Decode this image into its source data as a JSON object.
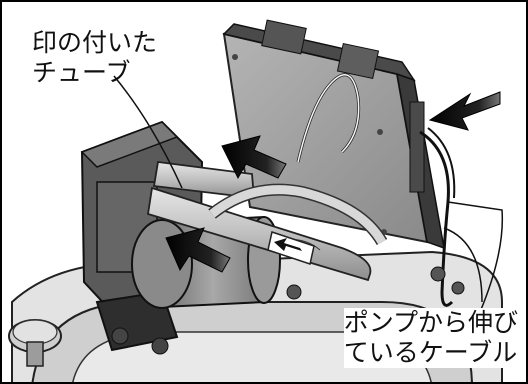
{
  "callouts": {
    "tube": {
      "line1": "印の付いた",
      "line2": "チューブ"
    },
    "cable": {
      "line1": "ポンプから伸び",
      "line2": "ているケーブル"
    }
  },
  "colors": {
    "frame": "#000000",
    "board": "#9a9a9a",
    "board_dark": "#3a3a3a",
    "pump_body": "#5a5a5a",
    "motor": "#8c8c8c",
    "tube": "#bdbdbd",
    "arrow": "#111111",
    "base": "#d4d4d4"
  },
  "icons": [
    "arrow-left-icon",
    "arrow-left-icon",
    "arrow-left-icon",
    "tube-mark-arrow-icon"
  ]
}
